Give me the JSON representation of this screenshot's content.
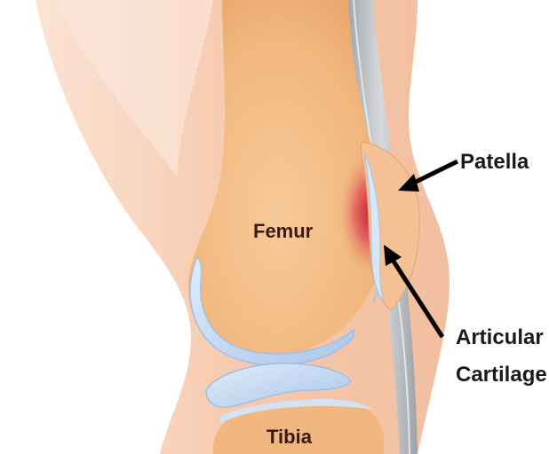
{
  "labels": {
    "femur": "Femur",
    "tibia": "Tibia",
    "patella": "Patella",
    "articular_line1": "Articular",
    "articular_line2": "Cartilage"
  },
  "colors": {
    "skin": "#f6c9ad",
    "skin_shadow": "#eab08f",
    "bone": "#f3bd86",
    "bone_light": "#f9d3a6",
    "cartilage": "#c9dcf2",
    "cartilage_edge": "#9fbfe6",
    "inflammation": "#c8102e",
    "tendon": "#b9bcc0",
    "arrow": "#000000"
  },
  "icons": [
    "arrow-patella",
    "arrow-articular-cartilage"
  ]
}
